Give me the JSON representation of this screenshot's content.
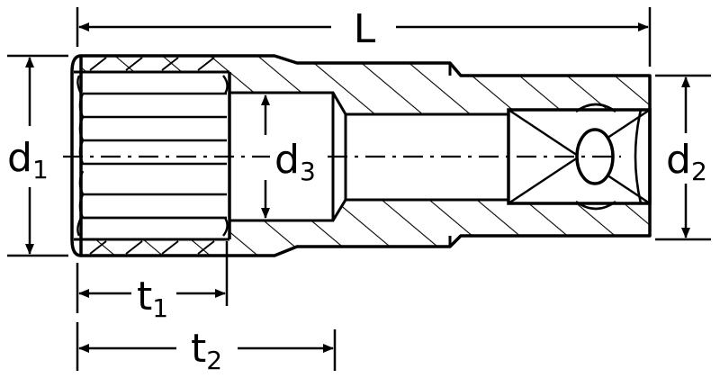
{
  "labels": {
    "L": "L",
    "d1": {
      "main": "d",
      "sub": "1"
    },
    "d2": {
      "main": "d",
      "sub": "2"
    },
    "d3": {
      "main": "d",
      "sub": "3"
    },
    "t1": {
      "main": "t",
      "sub": "1"
    },
    "t2": {
      "main": "t",
      "sub": "2"
    }
  },
  "colors": {
    "ink": "#000000",
    "paper": "#ffffff"
  }
}
